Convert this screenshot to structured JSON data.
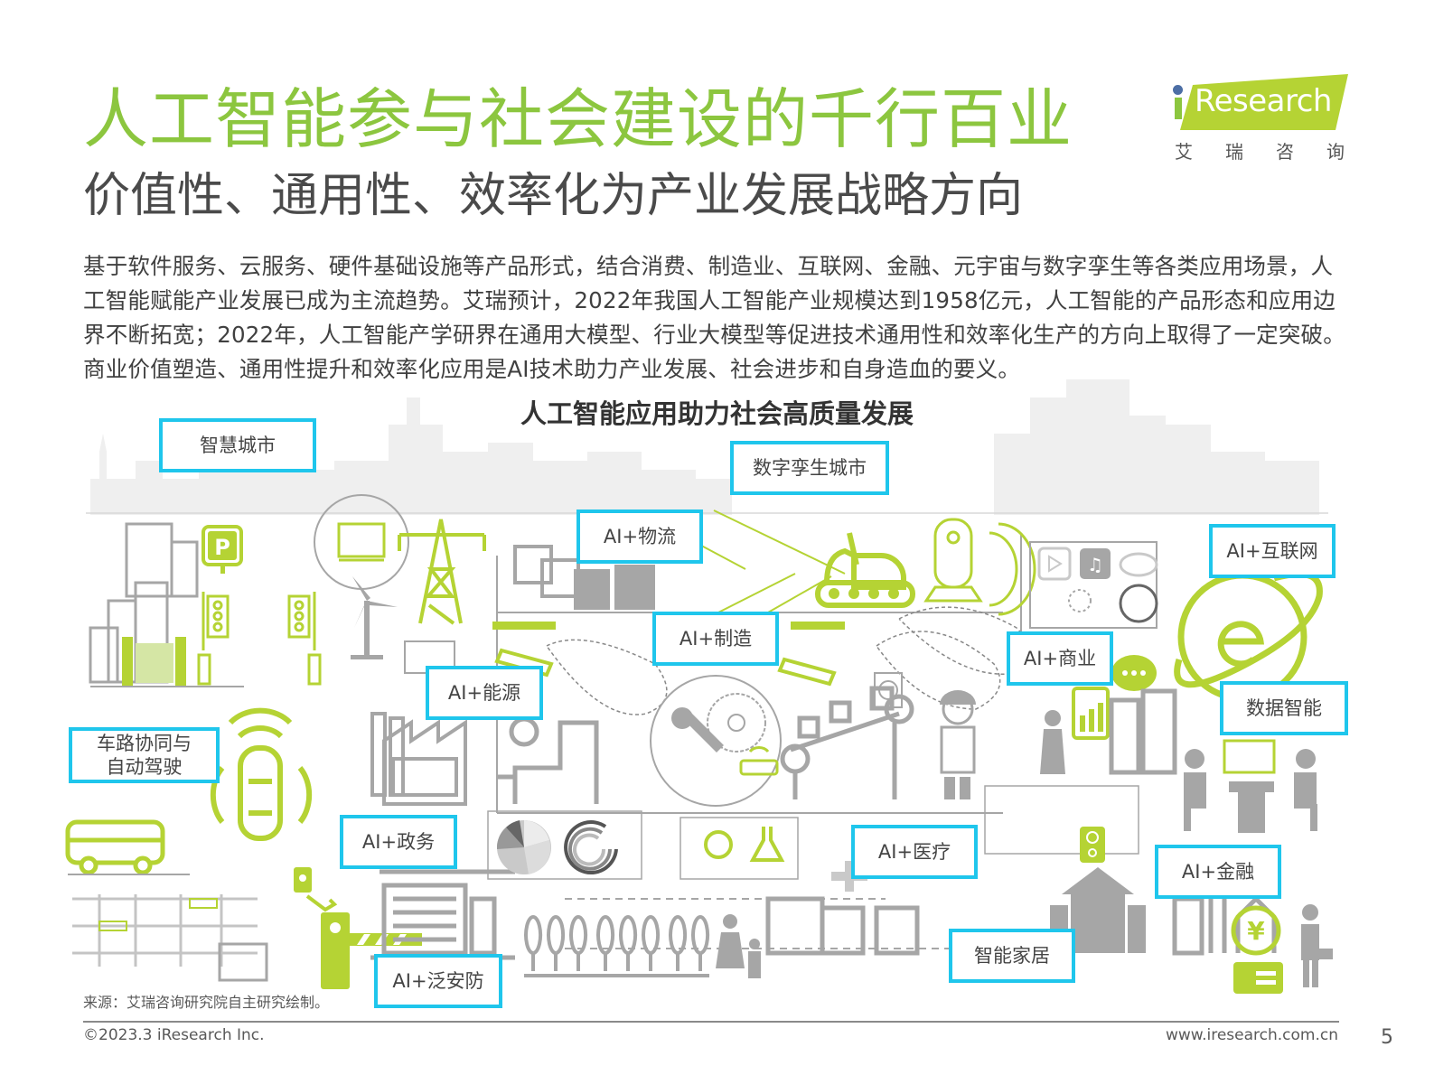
{
  "header": {
    "title": "人工智能参与社会建设的千行百业",
    "subtitle": "价值性、通用性、效率化为产业发展战略方向"
  },
  "logo": {
    "brand": "Research",
    "brand_prefix": "i",
    "cn_chars": [
      "艾",
      "瑞",
      "咨",
      "询"
    ],
    "colors": {
      "banner": "#b5d334",
      "dot": "#4c6ea5"
    }
  },
  "intro": {
    "text": "基于软件服务、云服务、硬件基础设施等产品形式，结合消费、制造业、互联网、金融、元宇宙与数字孪生等各类应用场景，人工智能赋能产业发展已成为主流趋势。艾瑞预计，2022年我国人工智能产业规模达到1958亿元，人工智能的产品形态和应用边界不断拓宽；2022年，人工智能产学研界在通用大模型、行业大模型等促进技术通用性和效率化生产的方向上取得了一定突破。商业价值塑造、通用性提升和效率化应用是AI技术助力产业发展、社会进步和自身造血的要义。"
  },
  "figure": {
    "title": "人工智能应用助力社会高质量发展",
    "tags": [
      {
        "id": "smart-city",
        "label": "智慧城市"
      },
      {
        "id": "digital-twin-city",
        "label": "数字孪生城市"
      },
      {
        "id": "ai-logistics",
        "label": "AI+物流"
      },
      {
        "id": "ai-internet",
        "label": "AI+互联网"
      },
      {
        "id": "ai-manufacturing",
        "label": "AI+制造"
      },
      {
        "id": "ai-commerce",
        "label": "AI+商业"
      },
      {
        "id": "ai-energy",
        "label": "AI+能源"
      },
      {
        "id": "data-intelligence",
        "label": "数据智能"
      },
      {
        "id": "vehicle-road",
        "label": "车路协同与\n自动驾驶"
      },
      {
        "id": "ai-government",
        "label": "AI+政务"
      },
      {
        "id": "ai-healthcare",
        "label": "AI+医疗"
      },
      {
        "id": "ai-finance",
        "label": "AI+金融"
      },
      {
        "id": "smart-home",
        "label": "智能家居"
      },
      {
        "id": "ai-security",
        "label": "AI+泛安防"
      }
    ],
    "colors": {
      "tag_border": "#1fc6ec",
      "accent_green": "#b5d334",
      "icon_gray": "#a6a6a6"
    }
  },
  "footer": {
    "source": "来源：艾瑞咨询研究院自主研究绘制。",
    "copyright": "©2023.3 iResearch Inc.",
    "website": "www.iresearch.com.cn",
    "page_number": "5"
  }
}
